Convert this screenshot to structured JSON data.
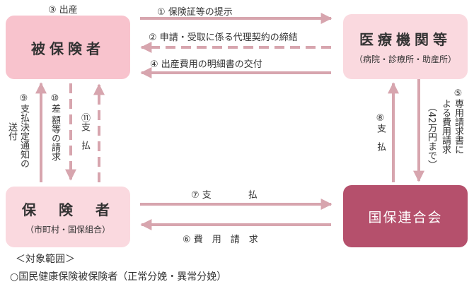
{
  "nodes": {
    "insured": {
      "title": "被保険者"
    },
    "medical": {
      "title": "医療機関等",
      "sub": "（病院・診療所・助産所）"
    },
    "insurer": {
      "title": "保　険　者",
      "sub": "（市町村・国保組合）"
    },
    "federation": {
      "title": "国保連合会"
    }
  },
  "flows": {
    "f3": "③ 出産",
    "f1": "① 保険証等の提示",
    "f2": "② 申請・受取に係る代理契約の締結",
    "f4": "④ 出産費用の明細書の交付",
    "f5a": "⑤専用請求書に",
    "f5b": "よる費用請求",
    "f5c": "（42万円まで）",
    "f8": "⑧支　払",
    "f9a": "⑨支払決定通知の",
    "f9b": "送付",
    "f10a": "⑩差",
    "f10b": "額等の請求",
    "f11": "⑪支　払",
    "f7": "⑦ 支　　　　払",
    "f6": "⑥ 費　用　請　求"
  },
  "scope": {
    "heading": "＜対象範囲＞",
    "item": "○国民健康保険被保険者（正常分娩・異常分娩）"
  },
  "colors": {
    "arrow": "#d7a5ae",
    "box_pink": "#f8c3cd",
    "box_light": "#fad9df",
    "box_dark": "#b5506c"
  }
}
